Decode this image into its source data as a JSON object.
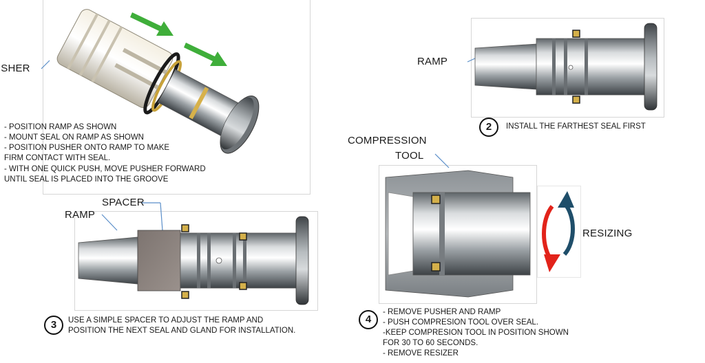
{
  "panel1": {
    "pusher_label": "PUSHER",
    "instructions": [
      "- POSITION RAMP AS SHOWN",
      "- MOUNT SEAL ON RAMP AS SHOWN",
      "- POSITION PUSHER ONTO RAMP TO MAKE",
      "   FIRM CONTACT WITH SEAL.",
      "-  WITH ONE QUICK PUSH, MOVE PUSHER FORWARD",
      "   UNTIL SEAL IS  PLACED INTO THE GROOVE"
    ],
    "arrow_color": "#3fae3a"
  },
  "panel2": {
    "ramp_label": "RAMP",
    "step": "2",
    "caption": "INSTALL THE FARTHEST SEAL FIRST"
  },
  "panel3": {
    "spacer_label": "SPACER",
    "ramp_label": "RAMP",
    "step": "3",
    "caption_lines": [
      "USE A SIMPLE SPACER TO ADJUST THE RAMP AND",
      "POSITION THE NEXT SEAL AND GLAND FOR INSTALLATION."
    ]
  },
  "panel4": {
    "tool_label_line1": "COMPRESSION",
    "tool_label_line2": "TOOL",
    "resizing_label": "RESIZING",
    "step": "4",
    "caption_lines": [
      "- REMOVE PUSHER AND RAMP",
      "- PUSH COMPRESION TOOL OVER SEAL.",
      "-KEEP COMPRESION TOOL IN POSITION SHOWN",
      "  FOR 30 TO 60 SECONDS.",
      "- REMOVE RESIZER"
    ],
    "arrow_red": "#e2231a",
    "arrow_dark": "#1f4e6a"
  }
}
